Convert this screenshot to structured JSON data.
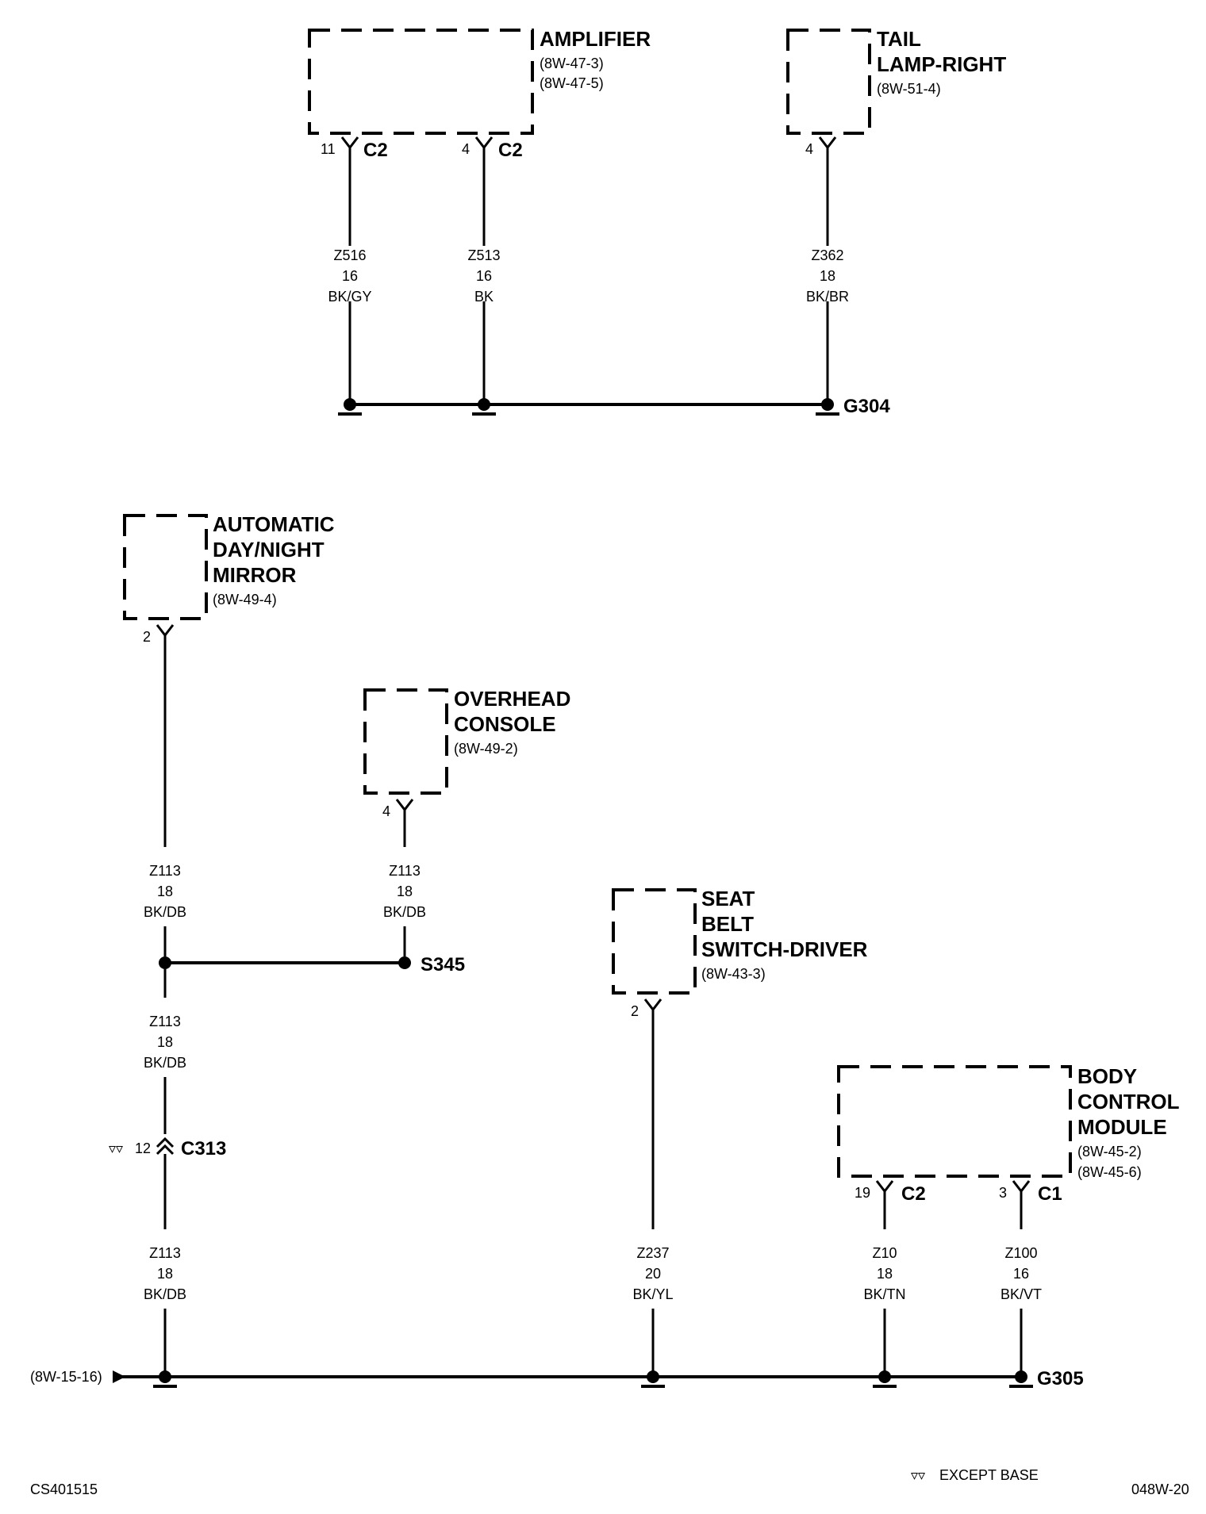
{
  "components": {
    "amplifier": {
      "name": "AMPLIFIER",
      "refs": [
        "(8W-47-3)",
        "(8W-47-5)"
      ]
    },
    "tail_lamp_right": {
      "lines": [
        "TAIL",
        "LAMP-RIGHT"
      ],
      "refs": [
        "(8W-51-4)"
      ]
    },
    "auto_mirror": {
      "lines": [
        "AUTOMATIC",
        "DAY/NIGHT",
        "MIRROR"
      ],
      "refs": [
        "(8W-49-4)"
      ]
    },
    "overhead_console": {
      "lines": [
        "OVERHEAD",
        "CONSOLE"
      ],
      "refs": [
        "(8W-49-2)"
      ]
    },
    "seat_belt_switch": {
      "lines": [
        "SEAT",
        "BELT",
        "SWITCH-DRIVER"
      ],
      "refs": [
        "(8W-43-3)"
      ]
    },
    "body_control_module": {
      "lines": [
        "BODY",
        "CONTROL",
        "MODULE"
      ],
      "refs": [
        "(8W-45-2)",
        "(8W-45-6)"
      ]
    }
  },
  "pins": {
    "amp_pin_a": {
      "pin": "11",
      "connector": "C2"
    },
    "amp_pin_b": {
      "pin": "4",
      "connector": "C2"
    },
    "tail_pin": {
      "pin": "4"
    },
    "mirror_pin": {
      "pin": "2"
    },
    "console_pin": {
      "pin": "4"
    },
    "seat_pin": {
      "pin": "2"
    },
    "bcm_pin_a": {
      "pin": "19",
      "connector": "C2"
    },
    "bcm_pin_b": {
      "pin": "3",
      "connector": "C1"
    }
  },
  "wires": {
    "z516": [
      "Z516",
      "16",
      "BK/GY"
    ],
    "z513": [
      "Z513",
      "16",
      "BK"
    ],
    "z362": [
      "Z362",
      "18",
      "BK/BR"
    ],
    "z113_mirror": [
      "Z113",
      "18",
      "BK/DB"
    ],
    "z113_console": [
      "Z113",
      "18",
      "BK/DB"
    ],
    "z113_mid": [
      "Z113",
      "18",
      "BK/DB"
    ],
    "z113_low": [
      "Z113",
      "18",
      "BK/DB"
    ],
    "z237": [
      "Z237",
      "20",
      "BK/YL"
    ],
    "z10": [
      "Z10",
      "18",
      "BK/TN"
    ],
    "z100": [
      "Z100",
      "16",
      "BK/VT"
    ]
  },
  "grounds": {
    "g304": "G304",
    "g305": "G305"
  },
  "splice": "S345",
  "inline_connector": {
    "marker": "▿▿",
    "pin": "12",
    "name": "C313"
  },
  "offpage_ref": "(8W-15-16)",
  "footer": {
    "left_code": "CS401515",
    "legend_marker": "▿▿",
    "legend_text": "EXCEPT BASE",
    "page_code": "048W-20"
  }
}
